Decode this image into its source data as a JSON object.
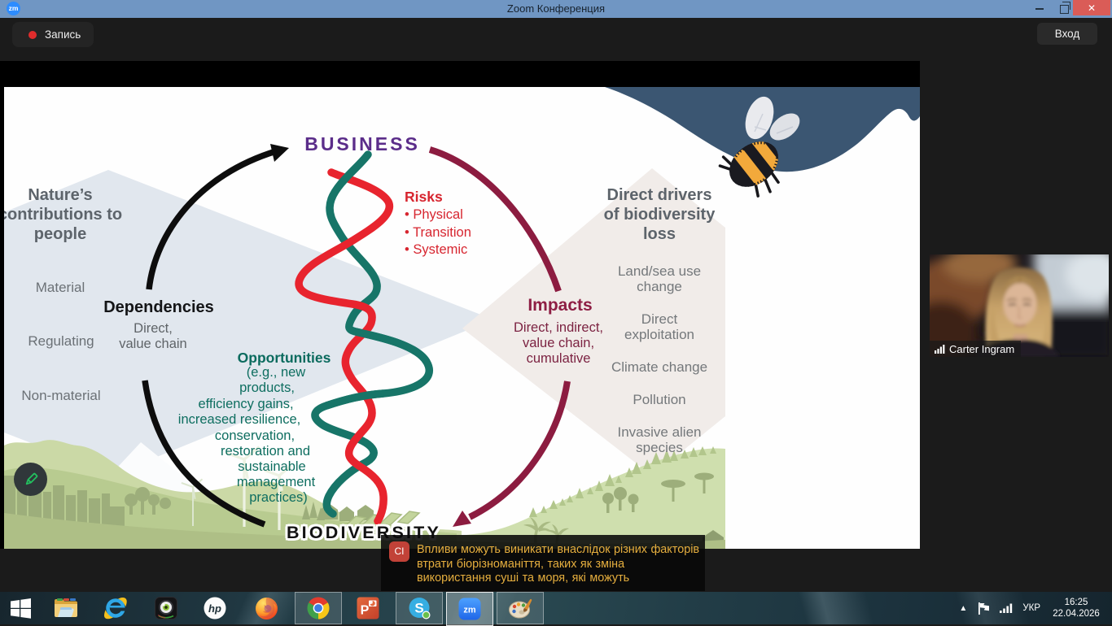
{
  "window": {
    "app_badge": "zm",
    "title": "Zoom Конференция",
    "close_glyph": "✕"
  },
  "meeting_bar": {
    "recording_label": "Запись",
    "signin_label": "Вход"
  },
  "slide": {
    "business_title": "BUSINESS",
    "biodiversity_title": "BIODIVERSITY",
    "nature_panel": {
      "heading_lines": [
        "Nature’s",
        "contributions to",
        "people"
      ],
      "items": [
        "Material",
        "Regulating",
        "Non-material"
      ]
    },
    "dependencies": {
      "title": "Dependencies",
      "sub_lines": [
        "Direct,",
        "value chain"
      ]
    },
    "risks": {
      "title": "Risks",
      "items": [
        "• Physical",
        "• Transition",
        "• Systemic"
      ]
    },
    "opportunities": {
      "title": "Opportunities",
      "lines": [
        "(e.g., new",
        "products,",
        "efficiency gains,",
        "increased resilience,",
        "conservation,",
        "restoration and",
        "sustainable",
        "management",
        "practices)"
      ]
    },
    "impacts": {
      "title": "Impacts",
      "sub_lines": [
        "Direct, indirect,",
        "value chain,",
        "cumulative"
      ]
    },
    "drivers": {
      "heading_lines": [
        "Direct drivers",
        "of biodiversity",
        "loss"
      ],
      "item_lines": [
        "Land/sea use",
        "change",
        "Direct",
        "exploitation",
        "Climate change",
        "Pollution",
        "Invasive alien",
        "species"
      ]
    }
  },
  "caption": {
    "initials": "CI",
    "lines": [
      "Впливи  можуть  виникати  внаслідок  різних  факторів",
      "втрати  біорізноманіття, таких як зміна",
      "використання  суші та моря, які можуть"
    ]
  },
  "participant": {
    "name": "Carter Ingram"
  },
  "taskbar": {
    "icons": [
      "start",
      "file-explorer",
      "internet-explorer",
      "webcam-app",
      "hp",
      "firefox",
      "chrome",
      "powerpoint",
      "skype",
      "zoom",
      "paint"
    ],
    "tray": {
      "language": "УКР",
      "time": "16:25",
      "date": "22.04.2026"
    }
  },
  "colors": {
    "titlebar": "#7096c3",
    "client_bg": "#1b1b1b",
    "accent_blue": "#2d8cff",
    "business_purple": "#5b2d8a",
    "risk_red": "#d7252f",
    "helix_red": "#e8242e",
    "helix_teal": "#177568",
    "impact_maroon": "#8e1e44",
    "opportunity_teal": "#0e6e60",
    "caption_gold": "#e5ae3e"
  }
}
